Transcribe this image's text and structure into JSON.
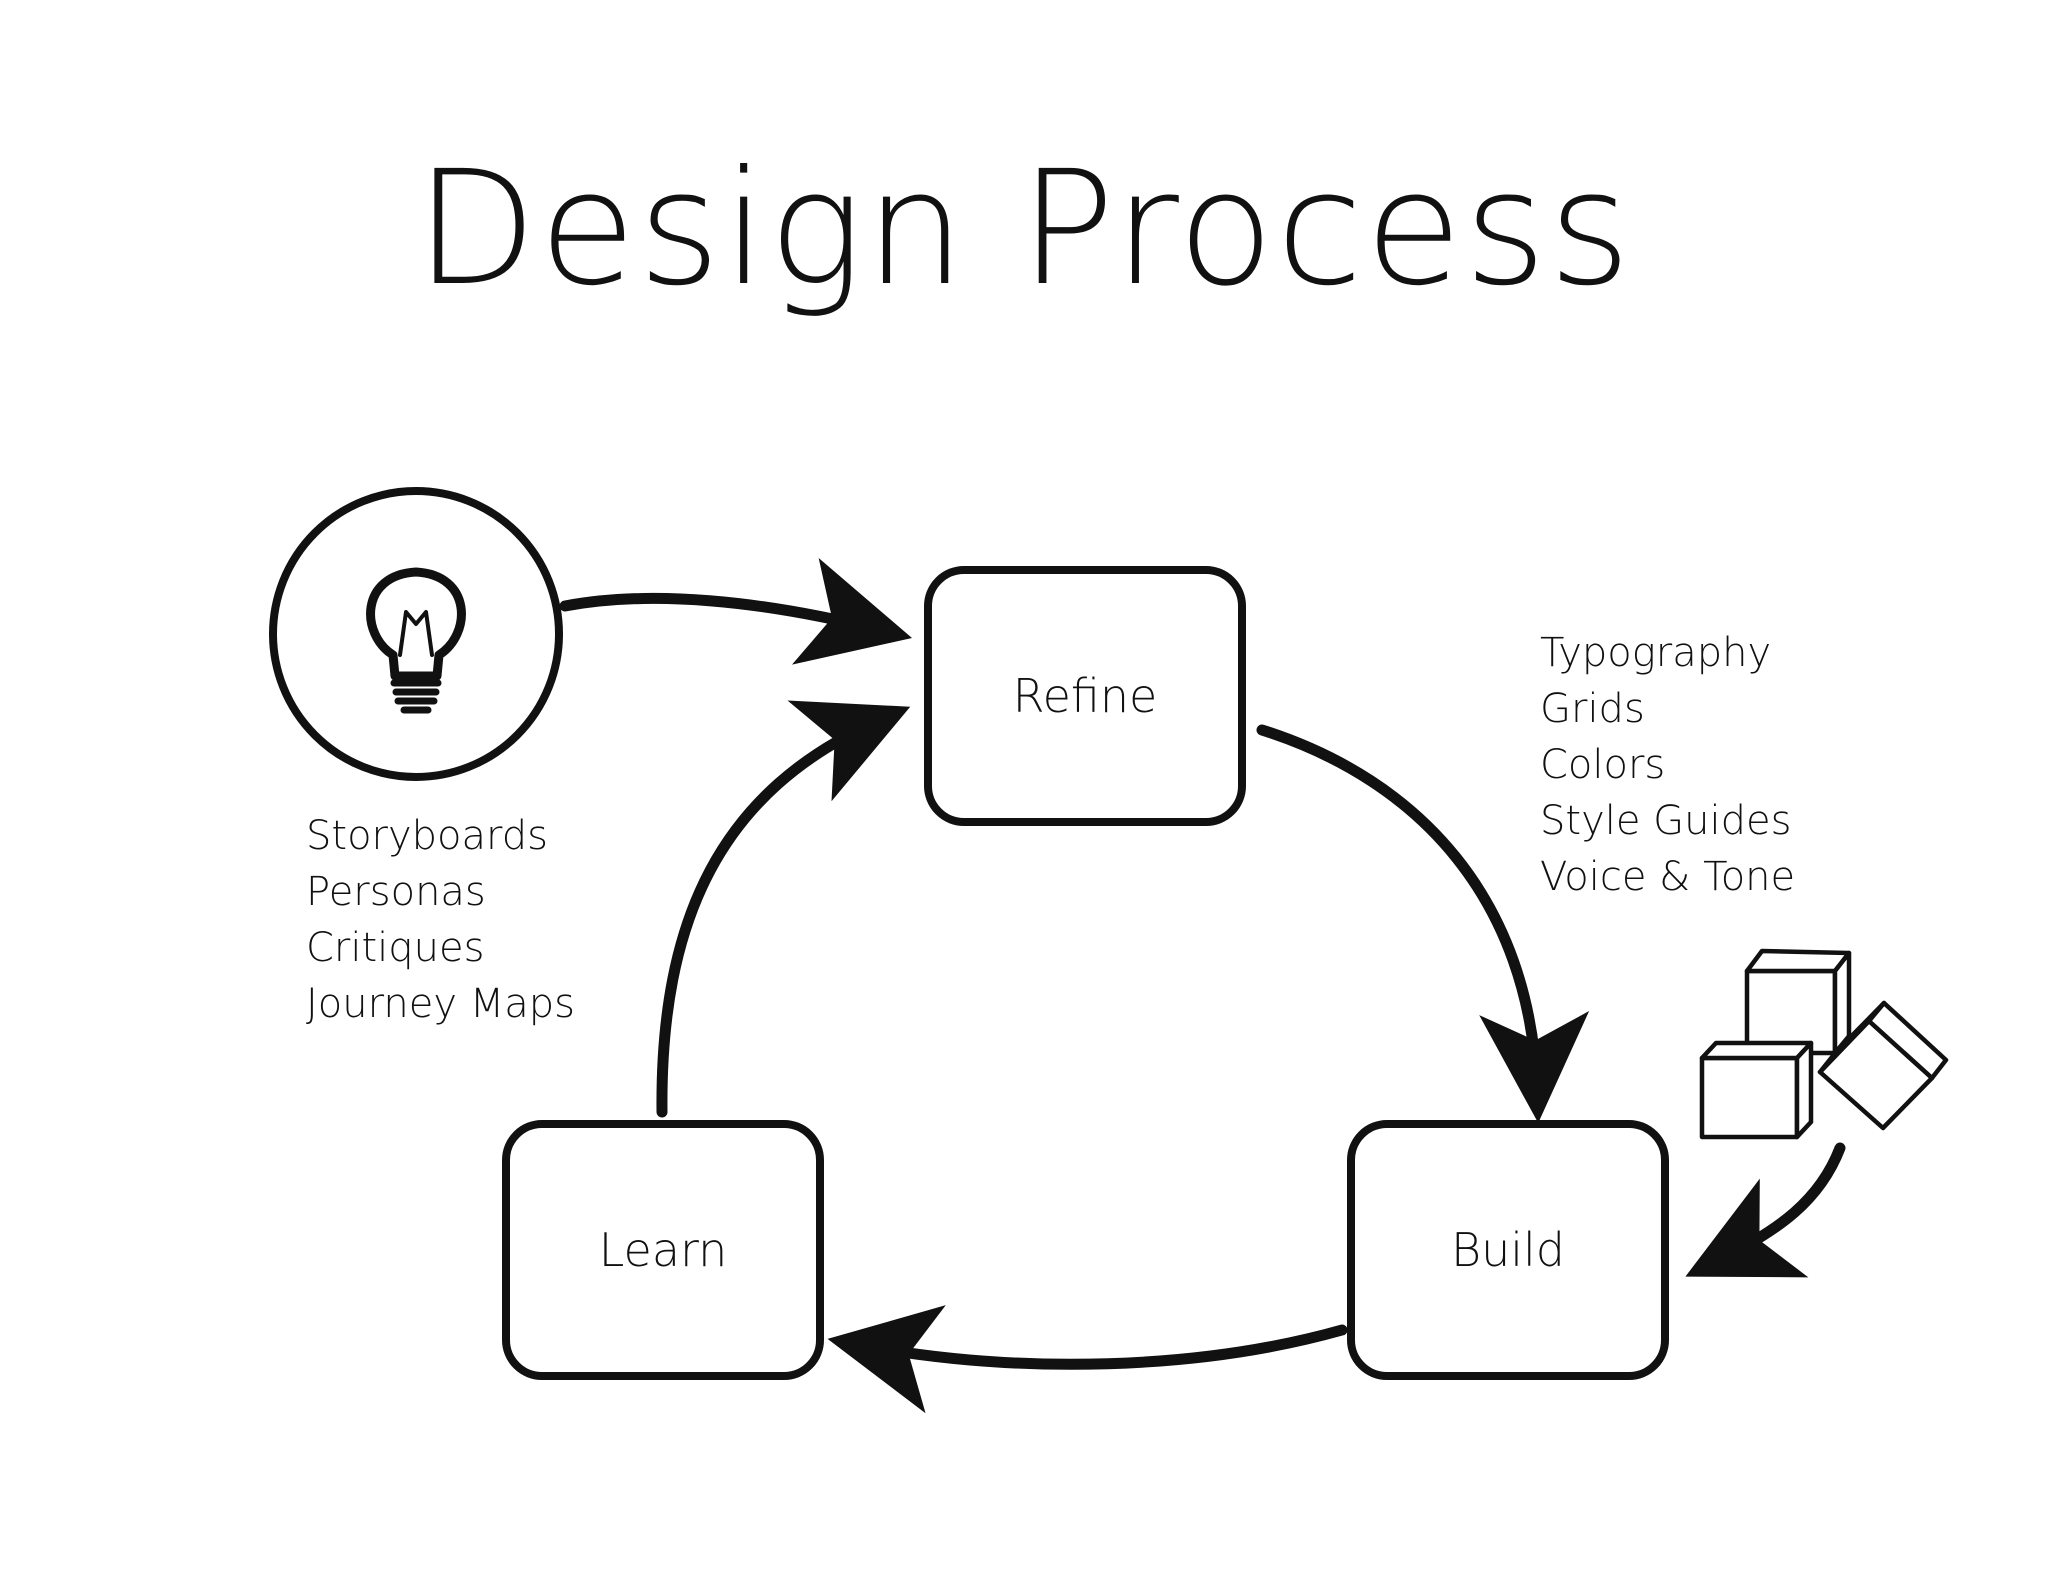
{
  "title": "Design Process",
  "nodes": {
    "refine": "Refine",
    "learn": "Learn",
    "build": "Build"
  },
  "ideation_items": [
    "Storyboards",
    "Personas",
    "Critiques",
    "Journey Maps"
  ],
  "build_items": [
    "Typography",
    "Grids",
    "Colors",
    "Style Guides",
    "Voice & Tone"
  ],
  "icons": {
    "idea": "lightbulb-icon",
    "components": "cubes-icon"
  },
  "colors": {
    "ink": "#111111",
    "background": "#ffffff"
  }
}
